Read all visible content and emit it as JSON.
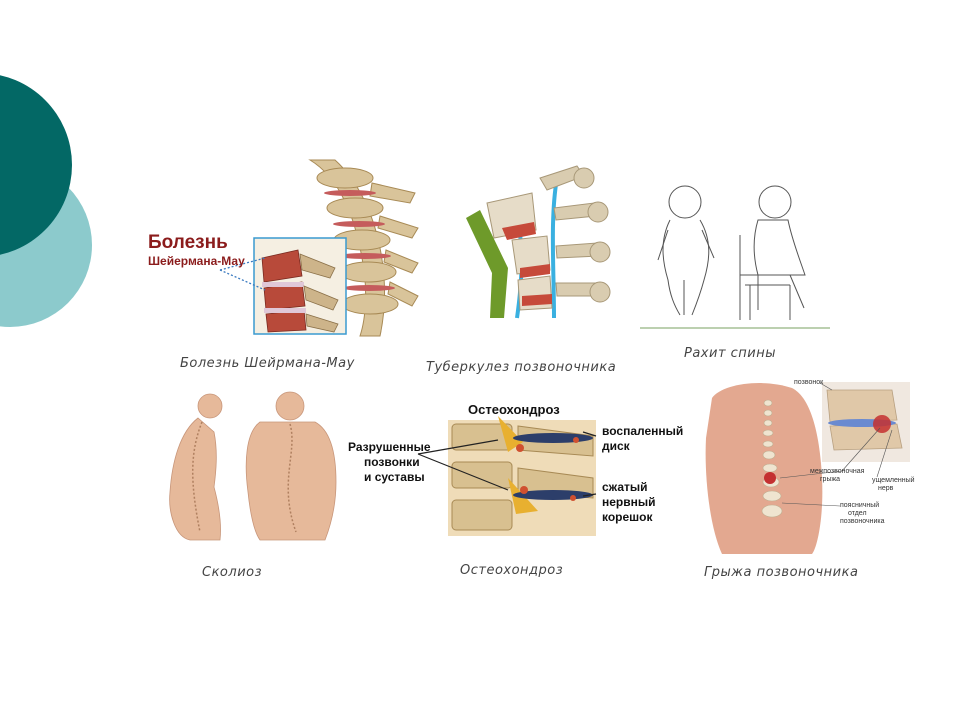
{
  "colors": {
    "teal_dark": "#036865",
    "teal_light": "#8ccacc",
    "bone": "#d9c49a",
    "disc_red": "#b23a2a",
    "title_red": "#8b1c1c",
    "spine_green": "#6e9a2a",
    "spine_cyan": "#3ab0e0",
    "skin": "#e6b99a"
  },
  "panels": {
    "scheuermann": {
      "title_line1": "Болезнь",
      "title_line2": "Шейермана-Мау",
      "caption": "Болезнь Шейрмана-Мау"
    },
    "tuberculosis": {
      "caption": "Туберкулез позвоночника"
    },
    "rickets": {
      "caption": "Рахит спины"
    },
    "scoliosis": {
      "caption": "Сколиоз"
    },
    "osteochondrosis": {
      "title": "Остеохондроз",
      "left_label": [
        "Разрушенные",
        "позвонки",
        "и суставы"
      ],
      "right_top_label": [
        "воспаленный",
        "диск"
      ],
      "right_bottom_label": [
        "сжатый",
        "нервный",
        "корешок"
      ],
      "caption": "Остеохондроз"
    },
    "hernia": {
      "labels": {
        "vertebra": "позвонок",
        "hernia": [
          "межпозвоночная",
          "грыжа"
        ],
        "nerve": [
          "ущемленный",
          "нерв"
        ],
        "lumbar": [
          "поясничный",
          "отдел",
          "позвоночника"
        ]
      },
      "caption": "Грыжа позвоночника"
    }
  }
}
